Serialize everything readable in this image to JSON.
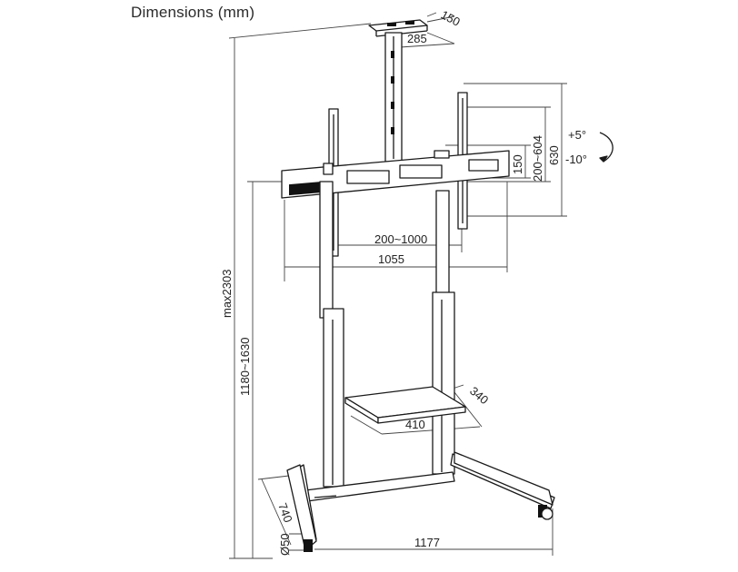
{
  "title": "Dimensions (mm)",
  "dimensions": {
    "top_depth": "150",
    "top_width": "285",
    "bracket_height": "150",
    "vesa_vertical": "200~604",
    "panel_height": "630",
    "tilt_up": "+5°",
    "tilt_down": "-10°",
    "vesa_horizontal": "200~1000",
    "bracket_width": "1055",
    "max_height": "max2303",
    "height_range": "1180~1630",
    "shelf_depth": "340",
    "shelf_width": "410",
    "base_depth": "740",
    "wheel_diameter": "Ø50",
    "base_width": "1177"
  },
  "colors": {
    "line": "#1a1a1a",
    "dim": "#333333",
    "fill_dark": "#111111"
  }
}
